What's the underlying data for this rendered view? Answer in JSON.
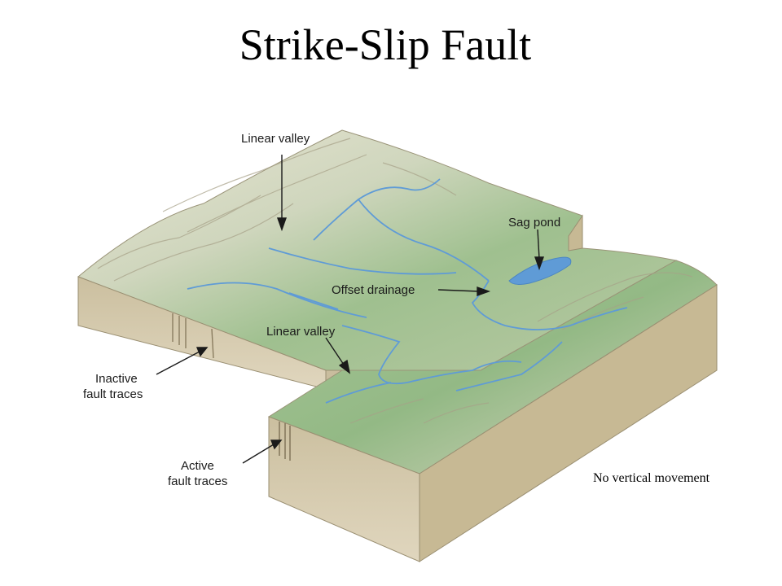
{
  "slide": {
    "title": "Strike-Slip Fault",
    "note": "No vertical movement"
  },
  "diagram": {
    "labels": {
      "linear_valley_top": "Linear valley",
      "sag_pond": "Sag pond",
      "offset_drainage": "Offset drainage",
      "linear_valley_mid": "Linear valley",
      "inactive_line1": "Inactive",
      "inactive_line2": "fault traces",
      "active_line1": "Active",
      "active_line2": "fault traces"
    },
    "colors": {
      "terrain_green": "#9fc08f",
      "terrain_light": "#e6e1cf",
      "block_side": "#d8ccb1",
      "block_side_dark": "#bfb394",
      "water": "#5f9bd6"
    }
  }
}
